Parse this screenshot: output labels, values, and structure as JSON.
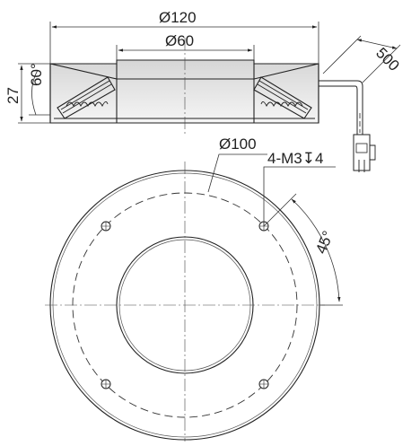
{
  "dimensions": {
    "outer_diameter": "Ø120",
    "inner_diameter": "Ø60",
    "height": "27",
    "angle": "60°",
    "cable_length": "500",
    "bolt_circle": "Ø100",
    "mount_holes": "4-M3↧4",
    "hole_angle": "45°"
  },
  "colors": {
    "line": "#222222",
    "face_top": "#d9d9d9",
    "face_bottom": "#f4f4f4"
  }
}
